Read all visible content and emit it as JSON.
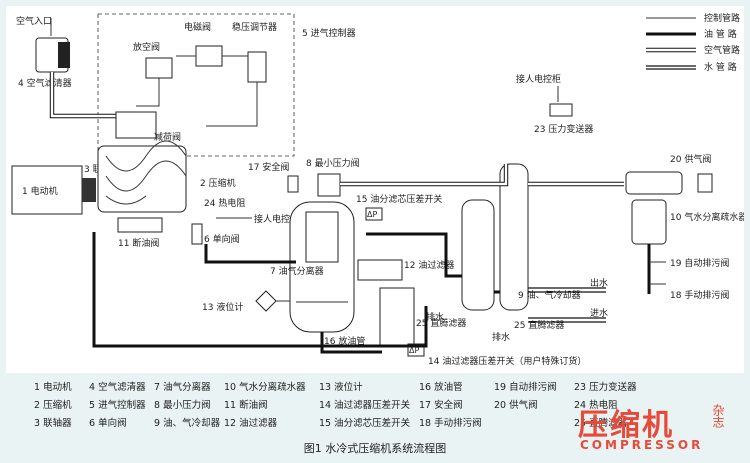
{
  "caption": "图1    水冷式压缩机系统流程图",
  "line_legend": [
    {
      "label": "控制管路",
      "style": "thin"
    },
    {
      "label": "油 管 路",
      "style": "thick"
    },
    {
      "label": "空气管路",
      "style": "air"
    },
    {
      "label": "水 管 路",
      "style": "water"
    }
  ],
  "labels": {
    "air_inlet": "空气入口",
    "air_filter": "4 空气滤清器",
    "bleed_valve": "放空阀",
    "solenoid_valve": "电磁阀",
    "pressure_regulator": "稳压调节器",
    "intake_controller": "5 进气控制器",
    "reducing_valve": "减荷阀",
    "motor": "1  电动机",
    "coupling": "3 联轴器",
    "compressor": "2 压缩机",
    "safety_valve": "17 安全阀",
    "min_pressure_valve": "8 最小压力阀",
    "sep_dp_switch": "15 油分滤芯压差开关",
    "dp1": "ΔP",
    "heater": "24 热电阻",
    "to_controller_1": "接人电控柜",
    "check_valve": "6 单向阀",
    "oil_cutoff": "11 断油阀",
    "oil_separator": "7 油气分离器",
    "oil_filter": "12 油过滤器",
    "level_gauge": "13 液位计",
    "drain_pipe": "16 放油管",
    "cooler": "9 油、气冷却器",
    "water_out": "出水",
    "water_in": "进水",
    "drain_1": "排水",
    "drain_2": "排水",
    "y_strainer_1": "25 直腾滤器",
    "y_strainer_2": "25 直腾滤器",
    "oil_dp_switch": "14 油过滤器压差开关（用户特殊订货）",
    "dp2": "ΔP",
    "to_controller_2": "接人电控柜",
    "pressure_transmitter": "23 压力变送器",
    "air_supply_valve": "20 供气阀",
    "water_separator": "10 气水分离疏水器",
    "auto_drain": "19 自动排污阀",
    "manual_drain": "18 手动排污阀"
  },
  "legend_items": [
    "1 电动机",
    "4 空气滤清器",
    "7 油气分离器",
    "10 气水分离疏水器",
    "13 液位计",
    "16 放油管",
    "19 自动排污阀",
    "23 压力变送器",
    "2 压缩机",
    "5 进气控制器",
    "8 最小压力阀",
    "11 断油阀",
    "14 油过滤器压差开关",
    "17 安全阀",
    "20 供气阀",
    "24 热电阻",
    "3 联轴器",
    "6 单向阀",
    "9 油、气冷却器",
    "12 油过滤器",
    "15 油分滤芯压差开关",
    "18 手动排污阀",
    "",
    "25 直腾滤器"
  ],
  "watermark": {
    "cn": "压缩机",
    "en": "COMPRESSOR",
    "side": "杂志"
  }
}
